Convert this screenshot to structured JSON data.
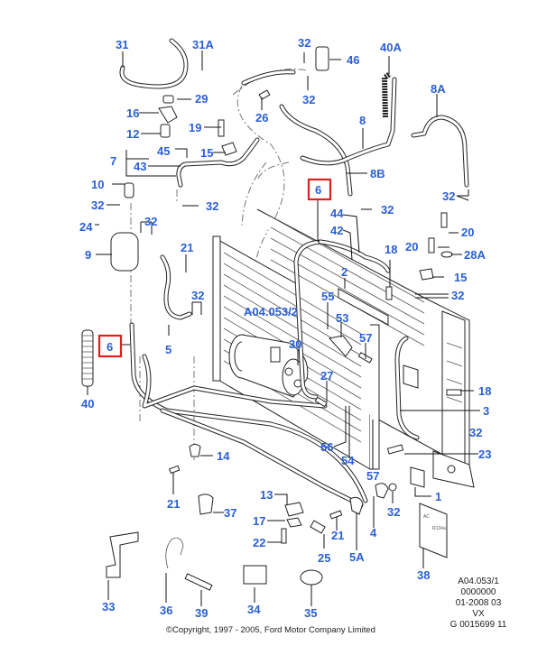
{
  "diagram": {
    "reference_label": "A04.053/2",
    "highlight_color": "#e0201c",
    "label_color": "#2a5fd6",
    "callouts": {
      "c31": "31",
      "c31a": "31A",
      "c29": "29",
      "c16": "16",
      "c12": "12",
      "c19": "19",
      "c15a": "15",
      "c45": "45",
      "c7": "7",
      "c43": "43",
      "c10": "10",
      "c32a": "32",
      "c32b": "32",
      "c24": "24",
      "c32c": "32",
      "c9": "9",
      "c21a": "21",
      "c32d": "32",
      "c5": "5",
      "c6a": "6",
      "c40": "40",
      "c32e": "32",
      "c46": "46",
      "c32f": "32",
      "c26": "26",
      "c40a": "40A",
      "c8a": "8A",
      "c8": "8",
      "c8b": "8B",
      "c32g": "32",
      "c6b": "6",
      "c44": "44",
      "c32h": "32",
      "c42": "42",
      "c20a": "20",
      "c20b": "20",
      "c28a": "28A",
      "c18a": "18",
      "c15b": "15",
      "c2": "2",
      "c32i": "32",
      "c55": "55",
      "c53": "53",
      "c57a": "57",
      "c30": "30",
      "c27": "27",
      "c18b": "18",
      "c3": "3",
      "c32j": "32",
      "c56": "56",
      "c23": "23",
      "c54": "54",
      "c57b": "57",
      "c14": "14",
      "c1": "1",
      "c21b": "21",
      "c13": "13",
      "c37": "37",
      "c17": "17",
      "c22": "22",
      "c21c": "21",
      "c25": "25",
      "c4": "4",
      "c5a": "5A",
      "c32k": "32",
      "c33": "33",
      "c36": "36",
      "c39": "39",
      "c34": "34",
      "c35": "35",
      "c38": "38"
    },
    "label_plate_text": {
      "top": "AC",
      "middle": "R134a"
    }
  },
  "footer": {
    "copyright": "©Copyright, 1997 - 2005, Ford Motor Company Limited",
    "meta_lines": [
      "A04.053/1",
      "0000000",
      "01-2008 03",
      "VX",
      "G 0015699 11"
    ]
  }
}
